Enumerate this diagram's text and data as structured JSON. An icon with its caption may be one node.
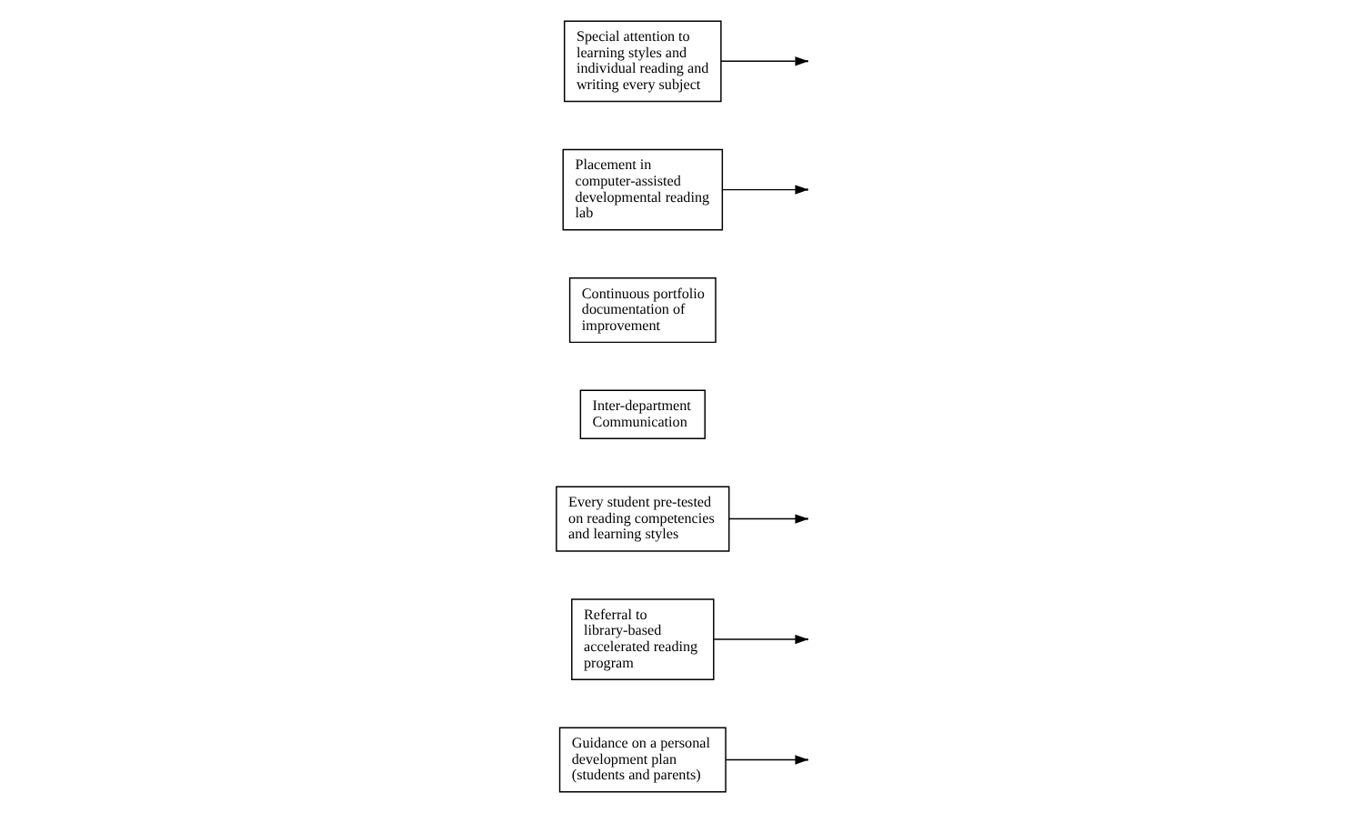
{
  "diagram": {
    "nodes": [
      {
        "text": [
          "Guidance on a personal development plan (students and parents)"
        ]
      },
      {
        "text": [
          "Referral to library-based accelerated reading program"
        ]
      },
      {
        "text": [
          "Every student pre-tested on reading competencies and learning styles"
        ]
      },
      {
        "text": [
          "Inter-department Communication"
        ]
      },
      {
        "text": [
          "Continuous portfolio documentation of improvement"
        ]
      },
      {
        "text": [
          "Placement in computer-assisted developmental reading lab"
        ]
      },
      {
        "text": [
          "Special attention to learning styles and individual reading and writing every subject"
        ]
      }
    ],
    "edges": [
      {
        "from": 2,
        "to": null,
        "arrow": "to"
      },
      {
        "from": 0,
        "to": null,
        "arrow": "to"
      },
      {
        "from": 5,
        "to": null,
        "arrow": "to"
      },
      {
        "from": 1,
        "to": null,
        "arrow": "to"
      },
      {
        "from": 6,
        "to": null,
        "arrow": "to"
      }
    ]
  }
}
